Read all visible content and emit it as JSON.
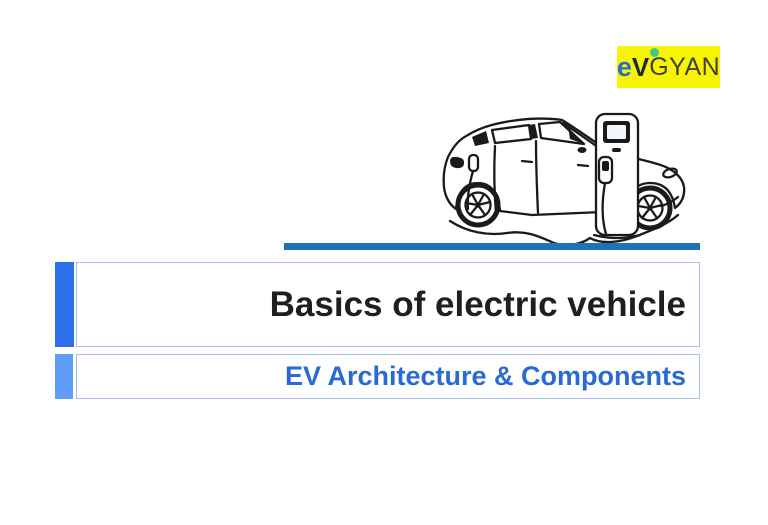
{
  "slide": {
    "background": "#ffffff"
  },
  "logo": {
    "text_e": "e",
    "text_v": "V",
    "text_rest": "GYAN"
  },
  "title": {
    "text": "Basics of electric vehicle"
  },
  "subtitle": {
    "text": "EV Architecture & Components"
  },
  "illustration": {
    "name": "hand-drawn electric car with charging station"
  },
  "colors": {
    "slide-bg": "#ffffff",
    "logo-bg": "#f8f400",
    "logo-e": "#2b6fc4",
    "logo-v": "#1b2940",
    "logo-rest": "#3f3f3f",
    "logo-dot": "#3ec98b",
    "divider": "#1b74b8",
    "title-accent": "#2d6fe8",
    "subtitle-accent": "#5f9df6",
    "box-border": "#a7bee4",
    "title-text": "#1f1f1f",
    "subtitle-text": "#2a6bd3",
    "ink": "#1a1a1a"
  }
}
